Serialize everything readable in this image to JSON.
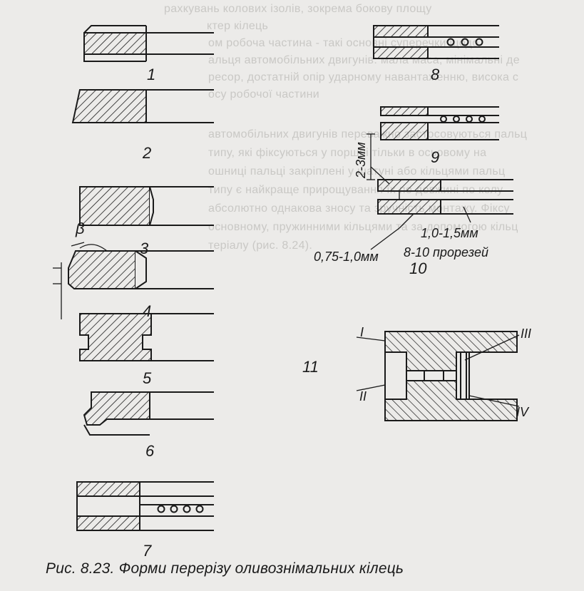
{
  "background_text": [
    "рахкувань колових ізолів, зокрема бокову площу",
    "ктер кілець",
    "ом робоча частина - такі основні суперечки щодо",
    "альця автомобільних двигунів: мала маса, мінімальні де",
    "ресор, достатній опір ударному навантаженню, висока с",
    "осу робочої частини",
    "автомобільних двигунів переважно застосовуються пальц",
    "типу, які фіксуються у поршні тільки в осьовому на",
    "ошниці пальці закріплені у шатуні або кільцями пальц",
    "типу є найкраще прирощування їх по довжині по колу",
    "абсолютно однакова зносу та зручність монтажу. Фіксу",
    "основному, пружинними кільцями та за допомогою кільц",
    "теріалу (рис. 8.24)."
  ],
  "figure": {
    "labels": {
      "n1": "1",
      "n2": "2",
      "n3": "3",
      "n4": "4",
      "n5": "5",
      "n6": "6",
      "n7": "7",
      "n8": "8",
      "n9": "9",
      "n10": "10",
      "n11": "11",
      "beta": "β",
      "roman_I": "I",
      "roman_II": "II",
      "roman_III": "III",
      "roman_IV": "IV"
    },
    "dims": {
      "height": "2-3мм",
      "slot_width": "1,0-1,5мм",
      "slots": "8-10 прорезей",
      "thickness": "0,75-1,0мм"
    }
  },
  "caption": "Рис. 8.23. Форми перерізу оливознімальних кілець"
}
